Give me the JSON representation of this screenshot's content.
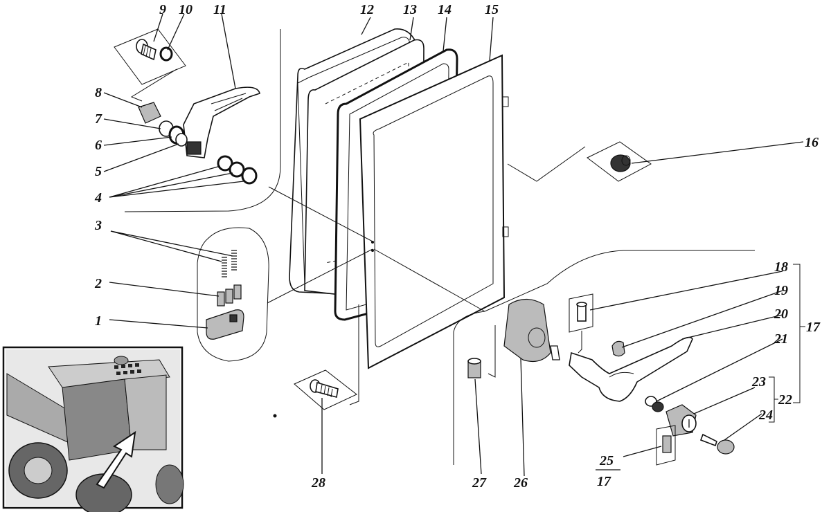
{
  "callouts": [
    {
      "id": "1",
      "text": "1"
    },
    {
      "id": "2",
      "text": "2"
    },
    {
      "id": "3",
      "text": "3"
    },
    {
      "id": "4",
      "text": "4"
    },
    {
      "id": "5",
      "text": "5"
    },
    {
      "id": "6",
      "text": "6"
    },
    {
      "id": "7",
      "text": "7"
    },
    {
      "id": "8",
      "text": "8"
    },
    {
      "id": "9",
      "text": "9"
    },
    {
      "id": "10",
      "text": "10"
    },
    {
      "id": "11",
      "text": "11"
    },
    {
      "id": "12",
      "text": "12"
    },
    {
      "id": "13",
      "text": "13"
    },
    {
      "id": "14",
      "text": "14"
    },
    {
      "id": "15",
      "text": "15"
    },
    {
      "id": "16",
      "text": "16"
    },
    {
      "id": "17",
      "text": "17"
    },
    {
      "id": "18",
      "text": "18"
    },
    {
      "id": "19",
      "text": "19"
    },
    {
      "id": "20",
      "text": "20"
    },
    {
      "id": "21",
      "text": "21"
    },
    {
      "id": "22",
      "text": "22"
    },
    {
      "id": "23",
      "text": "23"
    },
    {
      "id": "24",
      "text": "24"
    },
    {
      "id": "25",
      "text": "25"
    },
    {
      "id": "26",
      "text": "26"
    },
    {
      "id": "27",
      "text": "27"
    },
    {
      "id": "28",
      "text": "28"
    }
  ],
  "fraction": {
    "numerator": "25",
    "denominator": "17"
  }
}
